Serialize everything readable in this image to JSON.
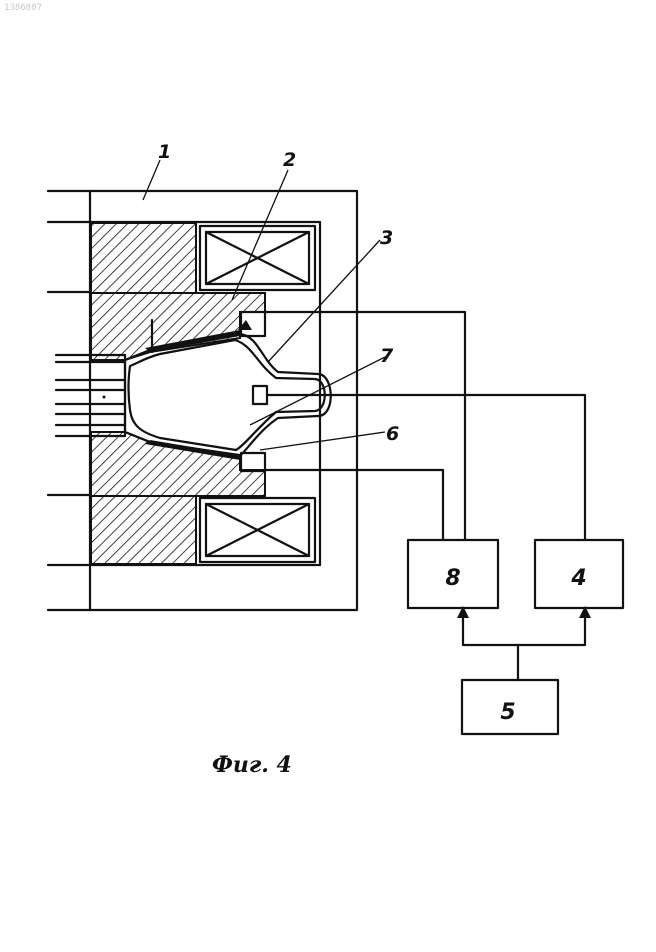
{
  "doc_number": "1386807",
  "labels": {
    "housing": "1",
    "element_2": "2",
    "element_3": "3",
    "element_7": "7",
    "element_6": "6"
  },
  "blocks": {
    "block_8": "8",
    "block_4": "4",
    "block_5": "5"
  },
  "caption": "Фиг. 4",
  "colors": {
    "ink": "#111111",
    "paper": "#ffffff"
  }
}
